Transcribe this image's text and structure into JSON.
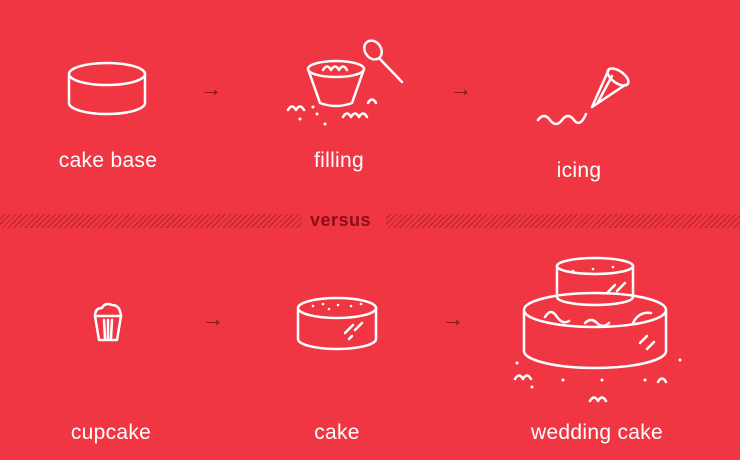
{
  "colors": {
    "background": "#ef3642",
    "foreground": "#ffffff",
    "accent_dark": "#8b0f17"
  },
  "top_row": {
    "steps": [
      {
        "label": "cake base",
        "icon": "cake-base-icon"
      },
      {
        "label": "filling",
        "icon": "filling-bowl-spoon-icon"
      },
      {
        "label": "icing",
        "icon": "piping-bag-icon"
      }
    ],
    "arrows": [
      "→",
      "→"
    ]
  },
  "divider": {
    "label": "versus"
  },
  "bottom_row": {
    "steps": [
      {
        "label": "cupcake",
        "icon": "cupcake-icon"
      },
      {
        "label": "cake",
        "icon": "cake-icon"
      },
      {
        "label": "wedding cake",
        "icon": "wedding-cake-icon"
      }
    ],
    "arrows": [
      "→",
      "→"
    ]
  }
}
